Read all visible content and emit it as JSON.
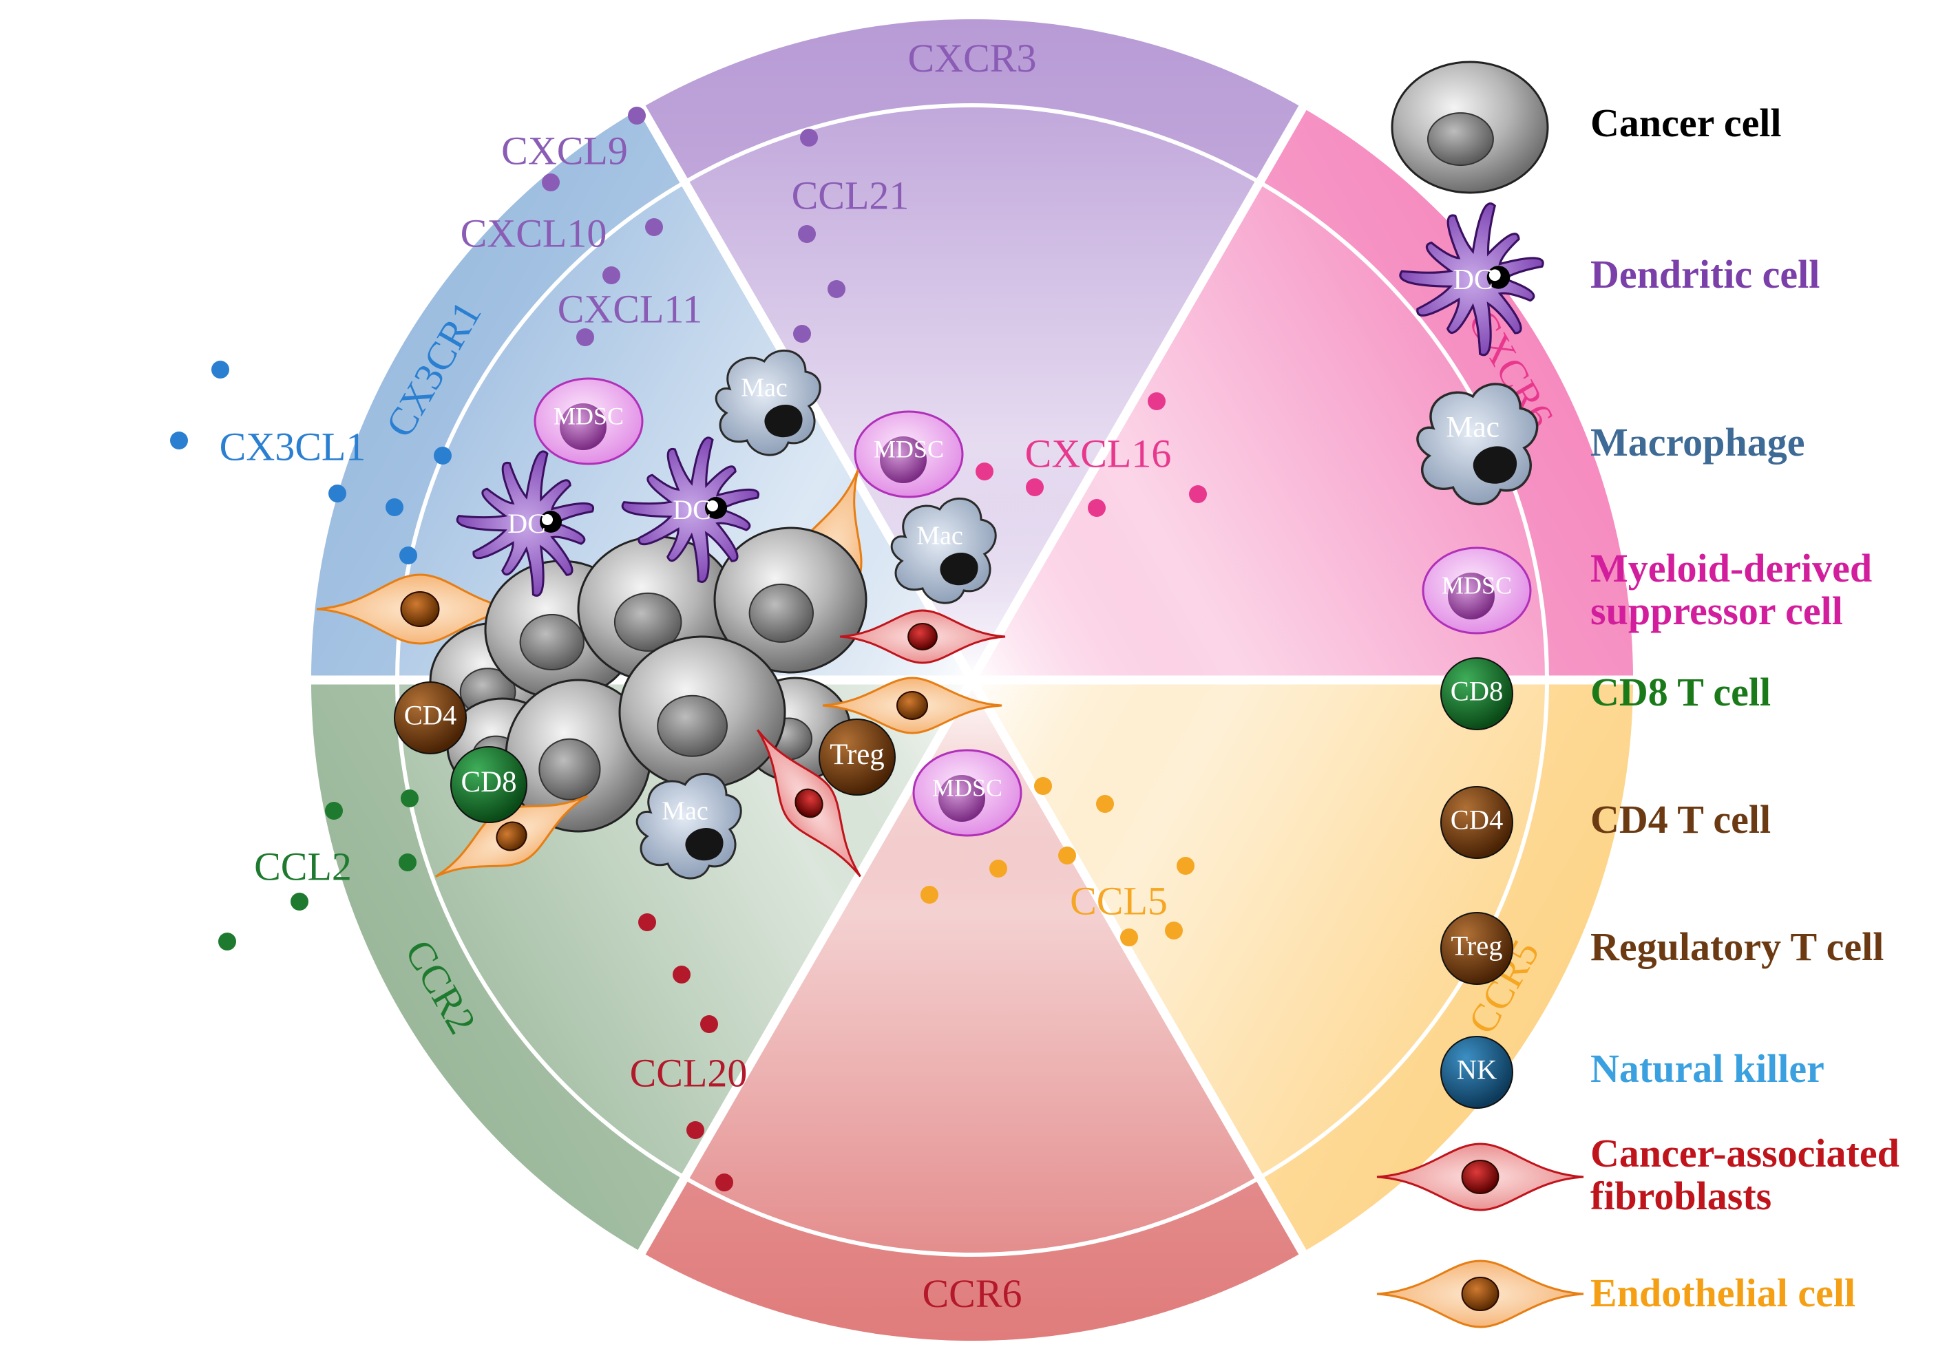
{
  "wheel": {
    "sectors": [
      {
        "id": "cxcr3",
        "receptor": "CXCR3",
        "ligands": [
          "CXCL9",
          "CXCL10",
          "CXCL11",
          "CCL21"
        ],
        "color": "#8a5cb5",
        "light": "#b89bd6"
      },
      {
        "id": "cxcr6",
        "receptor": "CXCR6",
        "ligands": [
          "CXCL16"
        ],
        "color": "#e8388e",
        "light": "#f58bbf"
      },
      {
        "id": "ccr5",
        "receptor": "CCR5",
        "ligands": [
          "CCL5"
        ],
        "color": "#f5a623",
        "light": "#fdd58a"
      },
      {
        "id": "ccr6",
        "receptor": "CCR6",
        "ligands": [
          "CCL20"
        ],
        "color": "#b3192b",
        "light": "#e07c7c"
      },
      {
        "id": "ccr2",
        "receptor": "CCR2",
        "ligands": [
          "CCL2"
        ],
        "color": "#1e7a2e",
        "light": "#9bb89b"
      },
      {
        "id": "cx3cr1",
        "receptor": "CX3CR1",
        "ligands": [
          "CX3CL1"
        ],
        "color": "#2a7fd1",
        "light": "#9dbde0"
      }
    ]
  },
  "cell_labels": {
    "dc": "DC",
    "mac": "Mac",
    "mdsc": "MDSC",
    "cd8": "CD8",
    "cd4": "CD4",
    "treg": "Treg",
    "nk": "NK"
  },
  "legend": {
    "items": [
      {
        "id": "cancer",
        "label": "Cancer cell",
        "color": "#000000",
        "icon": "cancer-cell-icon"
      },
      {
        "id": "dendritic",
        "label": "Dendritic cell",
        "color": "#7a3fa8",
        "icon": "dendritic-cell-icon"
      },
      {
        "id": "macrophage",
        "label": "Macrophage",
        "color": "#3e6a96",
        "icon": "macrophage-icon"
      },
      {
        "id": "mdsc",
        "label": "Myeloid-derived\nsuppressor cell",
        "color": "#d21e9c",
        "icon": "mdsc-icon"
      },
      {
        "id": "cd8",
        "label": "CD8 T cell",
        "color": "#1a7a1a",
        "icon": "cd8-t-cell-icon"
      },
      {
        "id": "cd4",
        "label": "CD4 T cell",
        "color": "#6b3a12",
        "icon": "cd4-t-cell-icon"
      },
      {
        "id": "treg",
        "label": "Regulatory T cell",
        "color": "#6b3a12",
        "icon": "regulatory-t-cell-icon"
      },
      {
        "id": "nk",
        "label": "Natural killer",
        "color": "#3aa0e0",
        "icon": "natural-killer-icon"
      },
      {
        "id": "caf",
        "label": "Cancer-associated\nfibroblasts",
        "color": "#c0141c",
        "icon": "cancer-associated-fibroblast-icon"
      },
      {
        "id": "endo",
        "label": "Endothelial cell",
        "color": "#f5a014",
        "icon": "endothelial-cell-icon"
      }
    ]
  }
}
